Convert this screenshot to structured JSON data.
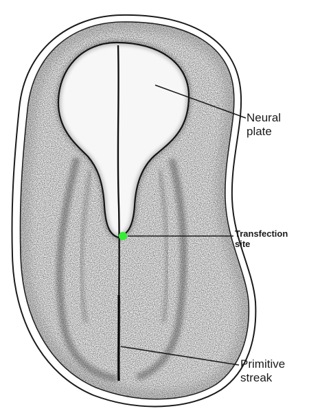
{
  "labels": {
    "neural_plate": [
      "Neural",
      "plate"
    ],
    "transfection_site": [
      "Transfection",
      "site"
    ],
    "primitive_streak": [
      "Primitive",
      "streak"
    ]
  },
  "colors": {
    "ink": "#1a1a1a",
    "marker": "#33ee33",
    "background": "#ffffff"
  }
}
